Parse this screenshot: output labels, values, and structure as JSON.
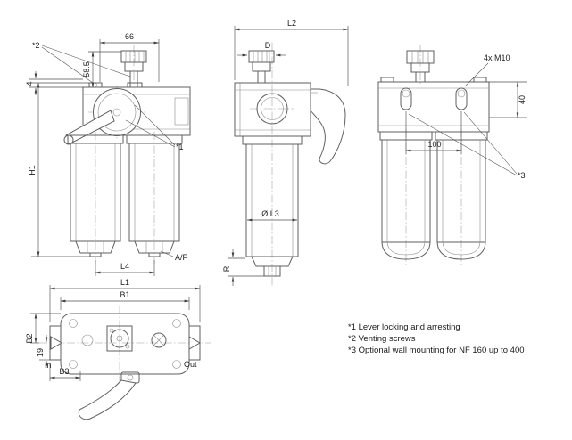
{
  "front_view": {
    "dim_top_width": "66",
    "dim_indicator_height": "58.5",
    "dim_step": "4",
    "dim_overall_height": "H1",
    "dim_bowl_pitch": "L4",
    "label_wrench_flats": "A/F",
    "ref_lever": "*1",
    "ref_vent": "*2"
  },
  "side_view": {
    "dim_overall_width": "L2",
    "dim_indicator": "D",
    "dim_bowl_diameter": "Ø L3",
    "dim_drain": "R"
  },
  "rear_view": {
    "label_thread": "4x M10",
    "dim_hole_height": "40",
    "dim_hole_pitch": "100",
    "ref_wall_mounting": "*3"
  },
  "top_view": {
    "dim_overall_length": "L1",
    "dim_body_length": "B1",
    "dim_body_depth": "B2",
    "dim_port_offset": "19",
    "dim_handle_offset": "B3",
    "port_in": "In",
    "port_out": "Out"
  },
  "notes": [
    "*1 Lever locking and arresting",
    "*2 Venting screws",
    "*3 Optional wall mounting for NF 160 up to 400"
  ]
}
